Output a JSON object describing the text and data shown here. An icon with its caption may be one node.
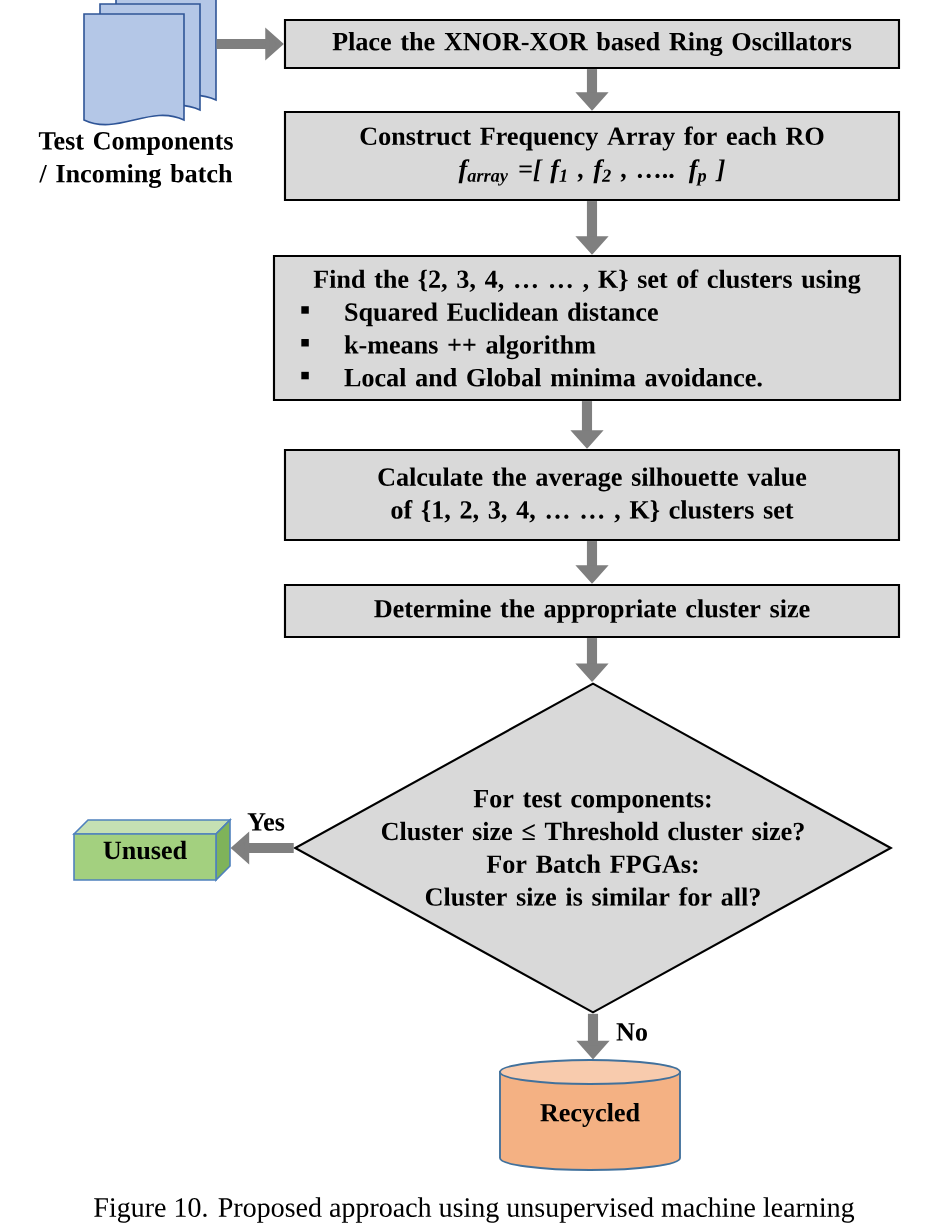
{
  "diagram": {
    "caption": "Figure 10. Proposed approach using unsupervised machine learning",
    "nodes": [
      {
        "text": [],
        "shape": "document",
        "beside": [
          "Test Components / Incoming batch"
        ]
      },
      {
        "text": [
          "Place the XNOR-XOR based Ring Oscillators"
        ]
      },
      {
        "text": [
          "Construct Frequency Array for each RO",
          "f$_{array}$ =[ f$_{1}$ , f$_{2}$ , ….. f$_{p}$ ]"
        ]
      },
      {
        "text": [
          "Find the {2, 3, 4, … … , K} set of clusters using",
          "Squared Euclidean distance",
          "k-means ++ algorithm",
          "Local and Global minima avoidance."
        ]
      },
      {
        "text": [
          "Calculate the average silhouette value of {1, 2, 3, 4, … … , K} clusters set"
        ]
      },
      {
        "text": [
          "Determine the appropriate cluster size"
        ]
      },
      {
        "text": [
          "For test components:",
          "Cluster size ≤ Threshold cluster size?",
          "For Batch FPGAs:",
          "Cluster size is similar for all?"
        ]
      },
      {
        "text": [
          "Unused"
        ]
      },
      {
        "text": [
          "Recycled"
        ]
      }
    ],
    "edges": [
      {
        "from": 0,
        "to": 1,
        "arrow": "to"
      },
      {
        "from": 1,
        "to": 2,
        "arrow": "to"
      },
      {
        "from": 2,
        "to": 3,
        "arrow": "to"
      },
      {
        "from": 3,
        "to": 4,
        "arrow": "to"
      },
      {
        "from": 4,
        "to": 5,
        "arrow": "to"
      },
      {
        "from": 5,
        "to": 6,
        "arrow": "to"
      },
      {
        "from": 6,
        "to": 7,
        "arrow": "to",
        "label": "Yes"
      },
      {
        "from": 6,
        "to": 8,
        "arrow": "to",
        "label": "No"
      }
    ]
  }
}
